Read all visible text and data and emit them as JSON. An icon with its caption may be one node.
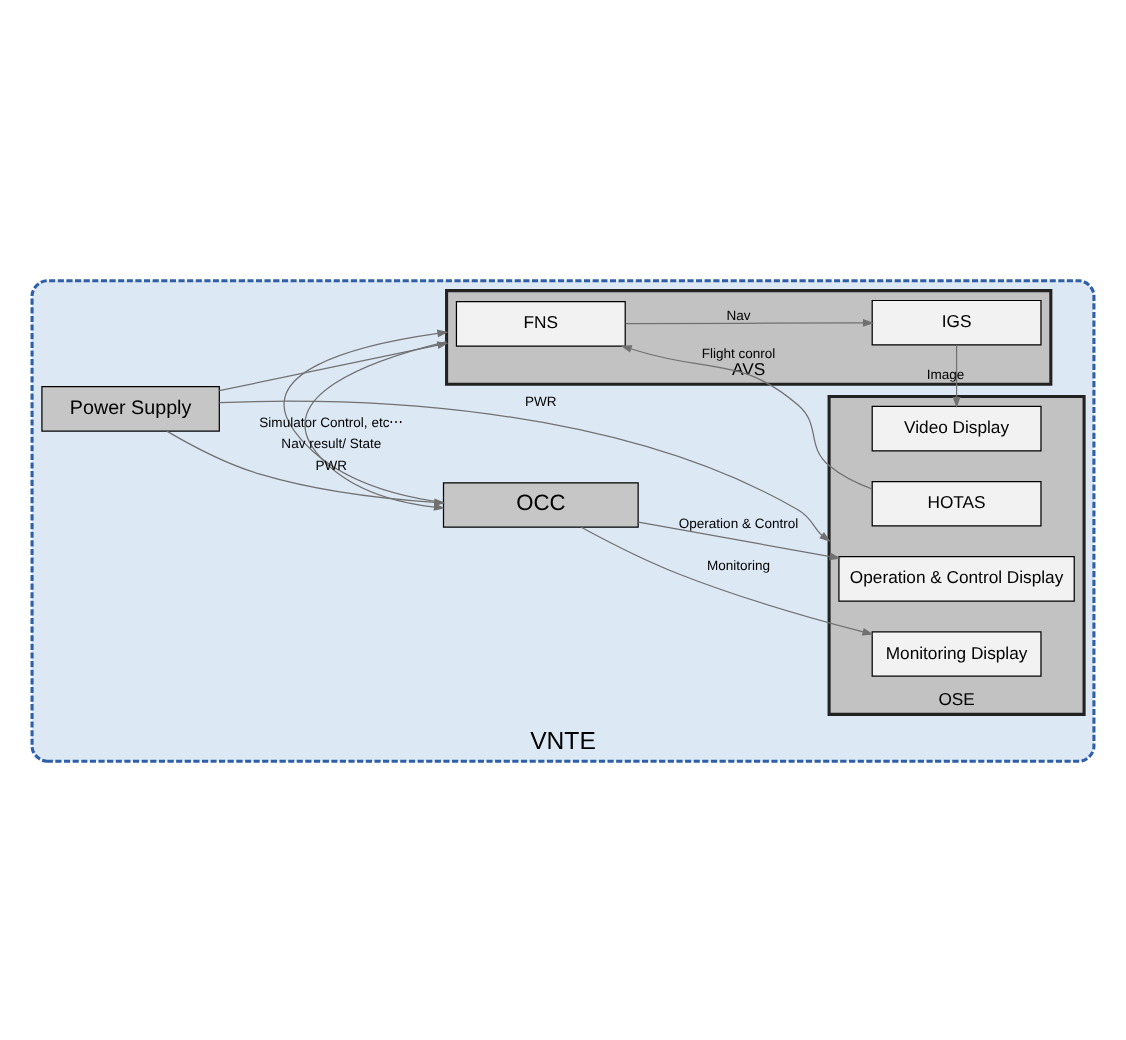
{
  "diagram": {
    "nodes": [
      {
        "text": [
          "VNTE"
        ]
      },
      {
        "text": [
          "OCC"
        ],
        "in": 0
      },
      {
        "text": [
          "OSE"
        ],
        "in": 0
      },
      {
        "text": [
          "Operation & Control Display"
        ],
        "in": 2
      },
      {
        "text": [
          "Monitoring Display"
        ],
        "in": 2
      },
      {
        "text": [
          "HOTAS"
        ],
        "in": 2
      },
      {
        "text": [
          "Video Display"
        ],
        "in": 2
      },
      {
        "text": [
          "AVS"
        ],
        "in": 0
      },
      {
        "text": [
          "FNS"
        ],
        "in": 7
      },
      {
        "text": [
          "IGS"
        ],
        "in": 7
      },
      {
        "text": [
          "Power Supply"
        ],
        "in": 0
      }
    ],
    "edges": [
      {
        "from": 1,
        "to": 3,
        "arrow": "to",
        "label": "Operation & Control"
      },
      {
        "from": 1,
        "to": 4,
        "arrow": "to",
        "label": "Monitoring"
      },
      {
        "from": 1,
        "to": 7,
        "arrow": "to",
        "label": "Simulator Control, etc⋯"
      },
      {
        "from": 7,
        "to": 1,
        "arrow": "to",
        "label": "Nav result/ State"
      },
      {
        "from": 5,
        "to": 8,
        "arrow": "to",
        "label": "Flight conrol"
      },
      {
        "from": 8,
        "to": 9,
        "arrow": "to",
        "label": "Nav"
      },
      {
        "from": 9,
        "to": 6,
        "arrow": "to",
        "label": "Image"
      },
      {
        "from": 10,
        "to": 2,
        "arrow": "to",
        "label": "PWR"
      },
      {
        "from": 10,
        "to": 7,
        "arrow": "to"
      },
      {
        "from": 10,
        "to": 1,
        "arrow": "to",
        "label": "PWR"
      }
    ]
  }
}
